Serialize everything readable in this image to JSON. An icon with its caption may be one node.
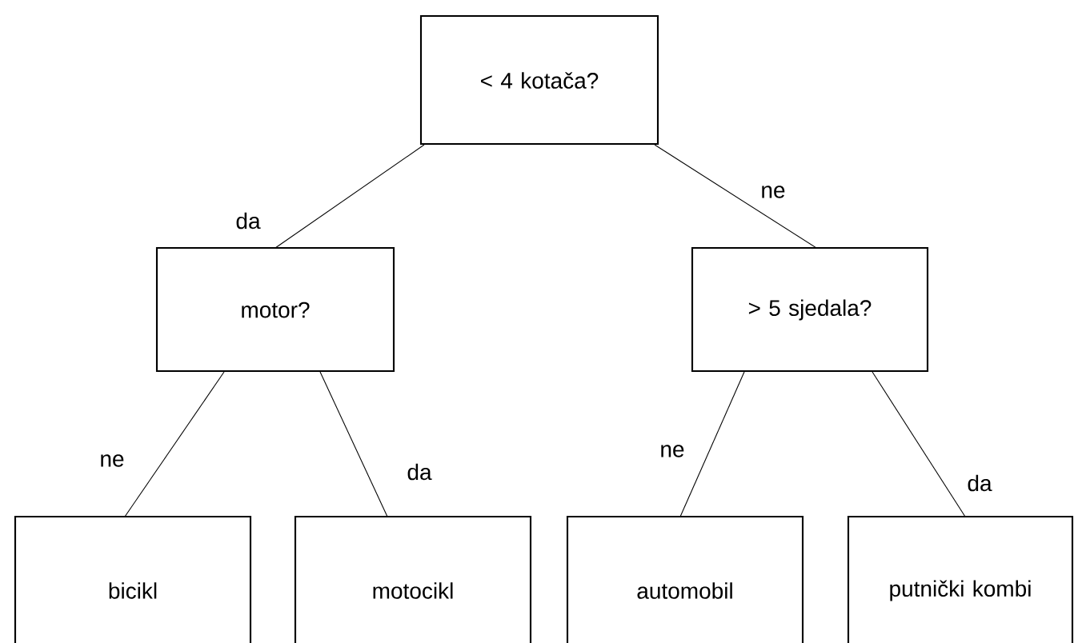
{
  "diagram": {
    "nodes": [
      {
        "text": [
          "< 4 kotača?"
        ]
      },
      {
        "text": [
          "motor?"
        ]
      },
      {
        "text": [
          "> 5 sjedala?"
        ]
      },
      {
        "text": [
          "bicikl"
        ]
      },
      {
        "text": [
          "motocikl"
        ]
      },
      {
        "text": [
          "automobil"
        ]
      },
      {
        "text": [
          "putnički kombi"
        ]
      }
    ],
    "edges": [
      {
        "from": 0,
        "to": 1,
        "arrow": "none",
        "label": "da"
      },
      {
        "from": 0,
        "to": 2,
        "arrow": "none",
        "label": "ne"
      },
      {
        "from": 1,
        "to": 3,
        "arrow": "none",
        "label": "ne"
      },
      {
        "from": 1,
        "to": 4,
        "arrow": "none",
        "label": "da"
      },
      {
        "from": 2,
        "to": 5,
        "arrow": "none",
        "label": "ne"
      },
      {
        "from": 2,
        "to": 6,
        "arrow": "none",
        "label": "da"
      }
    ]
  }
}
